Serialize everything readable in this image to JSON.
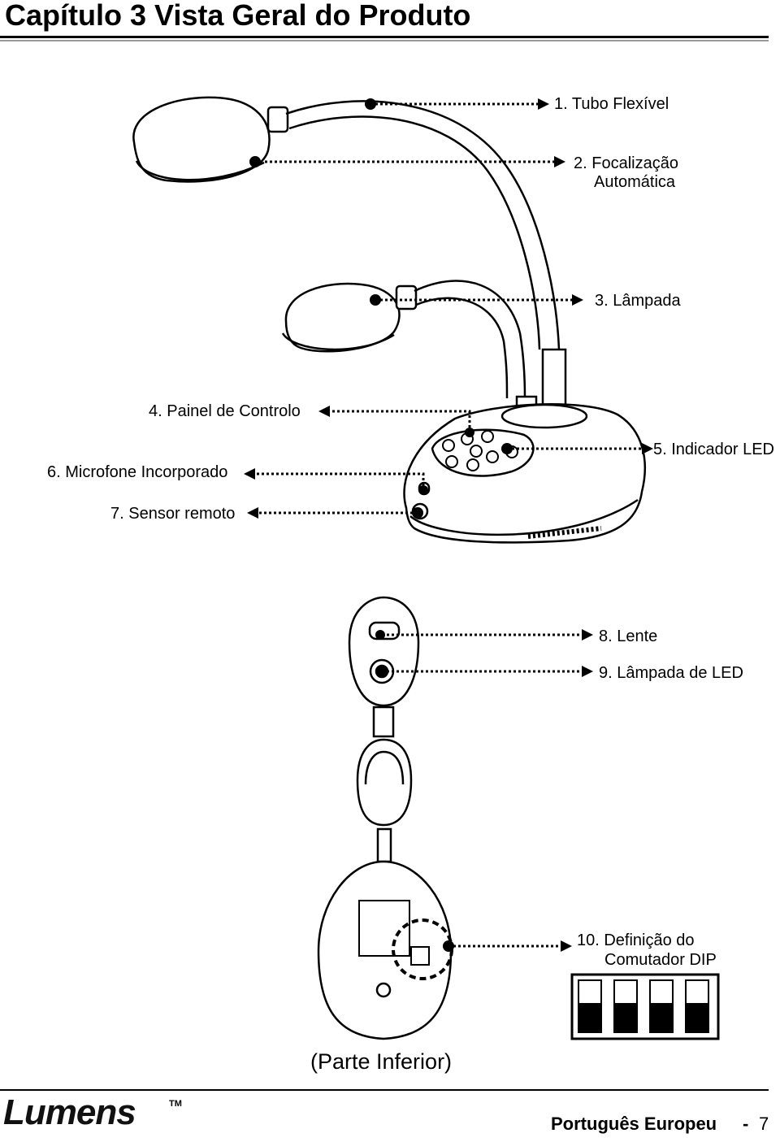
{
  "header": {
    "title": "Capítulo 3 Vista Geral do Produto"
  },
  "callouts": {
    "c1": "1. Tubo Flexível",
    "c2": "2. Focalização",
    "c2b": "Automática",
    "c3": "3. Lâmpada",
    "c4": "4. Painel de Controlo",
    "c5": "5. Indicador LED",
    "c6": "6. Microfone Incorporado",
    "c7": "7. Sensor remoto",
    "c8": "8. Lente",
    "c9": "9. Lâmpada de LED",
    "c10": "10. Definição do",
    "c10b": "Comutador DIP"
  },
  "bottom_caption": "(Parte Inferior)",
  "footer": {
    "logo": "Lumens",
    "trademark": "TM",
    "language": "Português Europeu",
    "separator": "-",
    "page": "7"
  }
}
